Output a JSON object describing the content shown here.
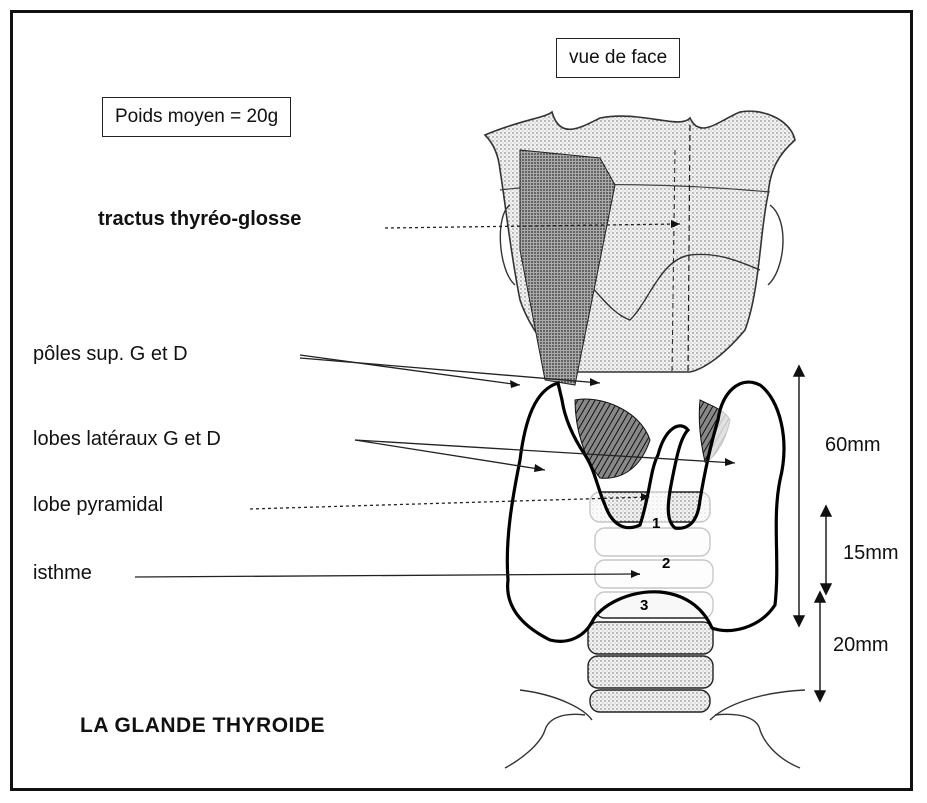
{
  "view_label": "vue de face",
  "weight_label": "Poids moyen = 20g",
  "labels": {
    "tractus": "tractus thyréo-glosse",
    "poles": "pôles sup. G et D",
    "lobes": "lobes latéraux G et D",
    "pyramidal": "lobe pyramidal",
    "isthme": "isthme"
  },
  "measurements": {
    "m60": "60mm",
    "m15": "15mm",
    "m20": "20mm"
  },
  "ring_numbers": [
    "1",
    "2",
    "3"
  ],
  "title": "LA GLANDE THYROIDE"
}
